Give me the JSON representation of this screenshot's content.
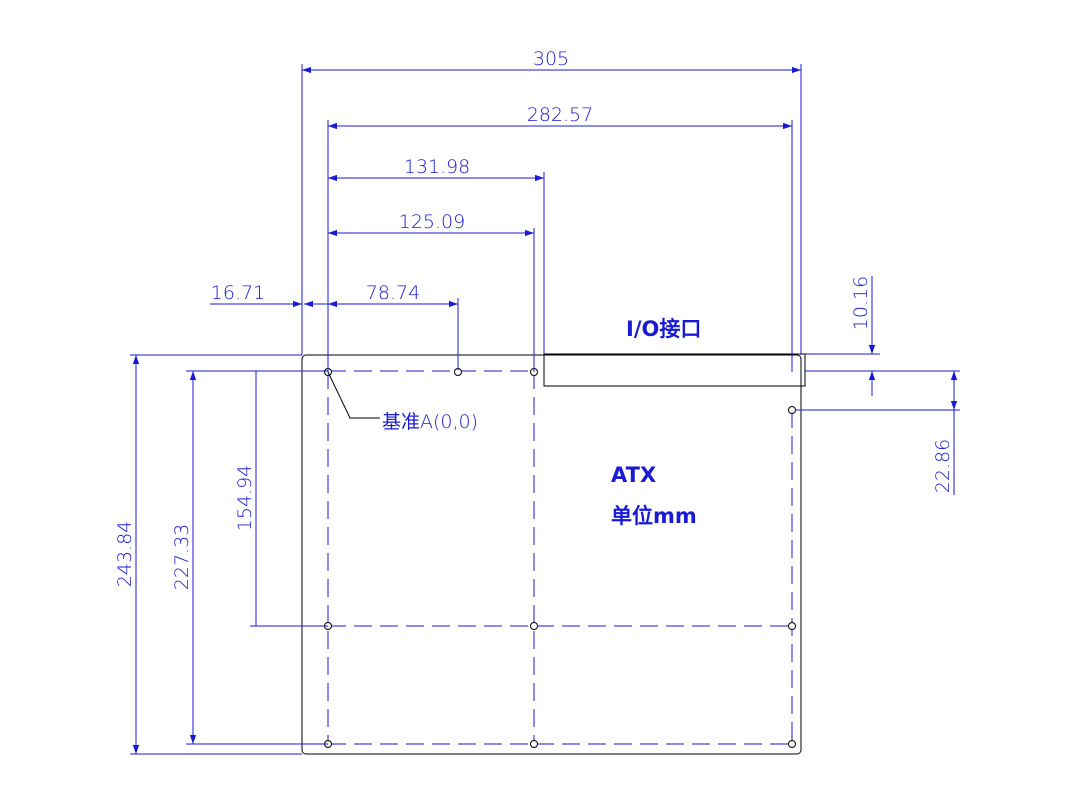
{
  "dimensions": {
    "overall_width": "305",
    "mount_span_282": "282.57",
    "mount_span_131": "131.98",
    "mount_span_125": "125.09",
    "left_offset": "16.71",
    "hole_spacing_78": "78.74",
    "io_offset": "10.16",
    "right_hole_offset": "22.86",
    "overall_height": "243.84",
    "mount_height": "227.33",
    "mid_height": "154.94"
  },
  "labels": {
    "datum": "基准A(0,0)",
    "io_port": "I/O接口",
    "form_factor": "ATX",
    "units": "单位mm"
  },
  "colors": {
    "dimension": "#1a1ad6",
    "outline": "#000000",
    "label": "#1a1ad6"
  }
}
